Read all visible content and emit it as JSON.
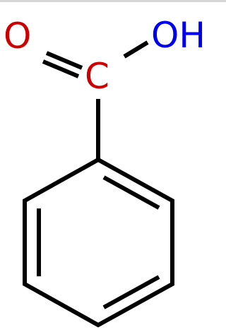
{
  "molecule": {
    "atoms": {
      "carbonyl_oxygen": {
        "symbol": "O",
        "color": "#cc0000"
      },
      "carboxyl_carbon": {
        "symbol": "C",
        "color": "#cc0000"
      },
      "hydroxyl_group": {
        "symbol": "OH",
        "color": "#0000ee"
      }
    },
    "bond_color": "#000000",
    "bonds": [
      "C=O",
      "C-OH",
      "C-ring",
      "aromatic-ring"
    ]
  }
}
